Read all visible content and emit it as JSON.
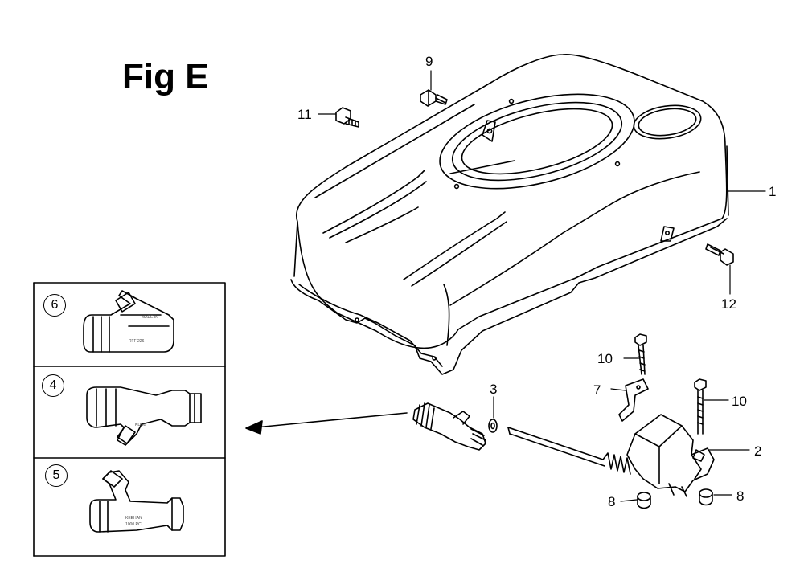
{
  "figure": {
    "title": "Fig E"
  },
  "callouts": [
    {
      "id": "c9",
      "label": "9"
    },
    {
      "id": "c11",
      "label": "11"
    },
    {
      "id": "c1",
      "label": "1"
    },
    {
      "id": "c12",
      "label": "12"
    },
    {
      "id": "c10a",
      "label": "10"
    },
    {
      "id": "c7",
      "label": "7"
    },
    {
      "id": "c10b",
      "label": "10"
    },
    {
      "id": "c3",
      "label": "3"
    },
    {
      "id": "c2",
      "label": "2"
    },
    {
      "id": "c8a",
      "label": "8"
    },
    {
      "id": "c8b",
      "label": "8"
    }
  ],
  "inset_options": [
    {
      "label": "6"
    },
    {
      "label": "4"
    },
    {
      "label": "5"
    }
  ],
  "colors": {
    "line": "#000000",
    "background": "#ffffff"
  }
}
